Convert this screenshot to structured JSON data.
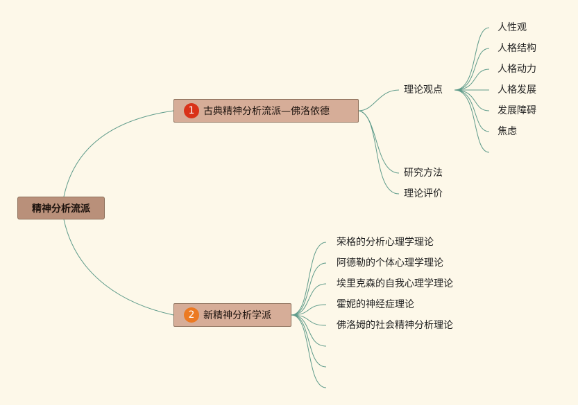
{
  "root": {
    "label": "精神分析流派"
  },
  "branches": [
    {
      "badge": "1",
      "label": "古典精神分析流派—佛洛依德",
      "children": [
        {
          "label": "理论观点",
          "children": [
            "人性观",
            "人格结构",
            "人格动力",
            "人格发展",
            "发展障碍",
            "焦虑",
            ""
          ]
        },
        {
          "label": "研究方法"
        },
        {
          "label": "理论评价"
        }
      ]
    },
    {
      "badge": "2",
      "label": "新精神分析学派",
      "children": [
        "荣格的分析心理学理论",
        "阿德勒的个体心理学理论",
        "埃里克森的自我心理学理论",
        "霍妮的神经症理论",
        "佛洛姆的社会精神分析理论",
        "",
        "",
        ""
      ]
    }
  ],
  "colors": {
    "line": "#5e9b8a",
    "badge1": "#d93218",
    "badge2": "#ec7a22"
  }
}
